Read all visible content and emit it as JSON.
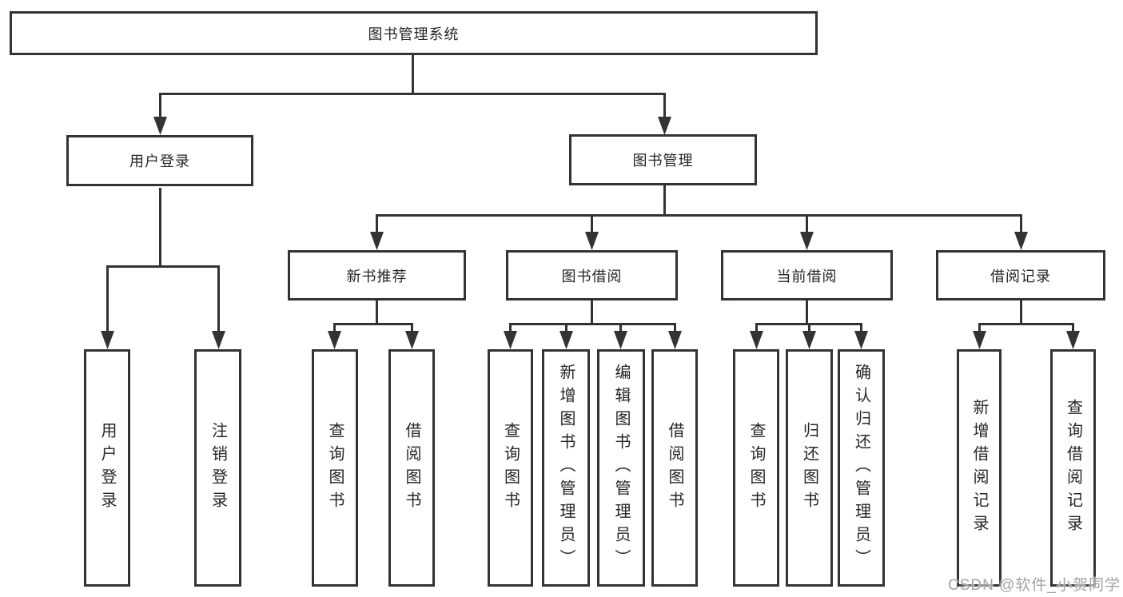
{
  "nodes": {
    "root": {
      "label": "图书管理系统"
    },
    "user_login": {
      "label": "用户登录"
    },
    "book_mgmt": {
      "label": "图书管理"
    },
    "new_book_rec": {
      "label": "新书推荐"
    },
    "book_borrow": {
      "label": "图书借阅"
    },
    "current_borrow": {
      "label": "当前借阅"
    },
    "borrow_records": {
      "label": "借阅记录"
    },
    "leaf_user_login": {
      "label": "用户登录"
    },
    "leaf_logout": {
      "label": "注销登录"
    },
    "leaf_nbr_query": {
      "label": "查询图书"
    },
    "leaf_nbr_borrow": {
      "label": "借阅图书"
    },
    "leaf_bb_query": {
      "label": "查询图书"
    },
    "leaf_bb_add": {
      "label": "新增图书（管理员）"
    },
    "leaf_bb_edit": {
      "label": "编辑图书（管理员）"
    },
    "leaf_bb_borrow": {
      "label": "借阅图书"
    },
    "leaf_cb_query": {
      "label": "查询图书"
    },
    "leaf_cb_return": {
      "label": "归还图书"
    },
    "leaf_cb_confirm": {
      "label": "确认归还（管理员）"
    },
    "leaf_br_add": {
      "label": "新增借阅记录"
    },
    "leaf_br_query": {
      "label": "查询借阅记录"
    }
  },
  "hierarchy": {
    "图书管理系统": {
      "用户登录": [
        "用户登录",
        "注销登录"
      ],
      "图书管理": {
        "新书推荐": [
          "查询图书",
          "借阅图书"
        ],
        "图书借阅": [
          "查询图书",
          "新增图书（管理员）",
          "编辑图书（管理员）",
          "借阅图书"
        ],
        "当前借阅": [
          "查询图书",
          "归还图书",
          "确认归还（管理员）"
        ],
        "借阅记录": [
          "新增借阅记录",
          "查询借阅记录"
        ]
      }
    }
  },
  "watermark": {
    "text": "CSDN @软件_小贺同学"
  },
  "colors": {
    "line": "#333333",
    "text": "#262626",
    "background": "#ffffff",
    "watermark": "#a3a3a3"
  }
}
